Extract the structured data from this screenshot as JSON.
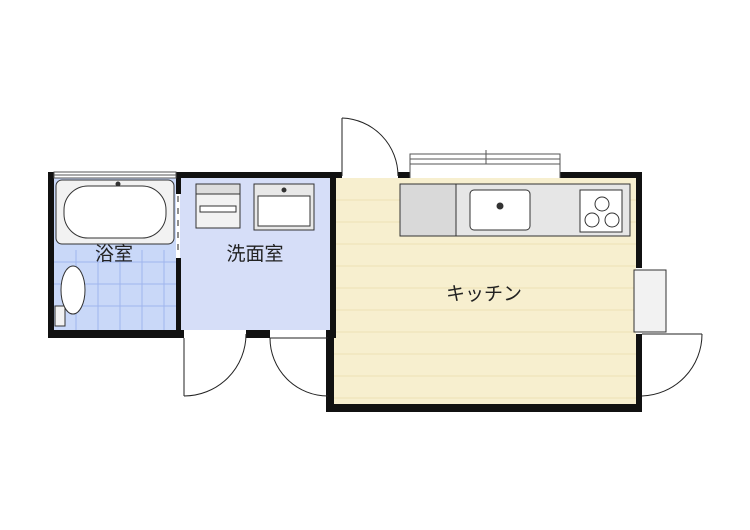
{
  "rooms": [
    {
      "id": "bathroom",
      "label": "浴室"
    },
    {
      "id": "washroom",
      "label": "洗面室"
    },
    {
      "id": "kitchen",
      "label": "キッチン"
    }
  ],
  "colors": {
    "wall": "#111111",
    "bathroom_floor": "#c9d8f8",
    "bathroom_grid": "#9fb6ee",
    "washroom_floor": "#d6def8",
    "kitchen_floor": "#f7efcf",
    "kitchen_plank_line": "#ece0b4",
    "fixture_fill": "#f2f2f2",
    "counter_fill": "#e6e6e6",
    "fixture_stroke": "#333333"
  },
  "icons": [
    "bathtub-icon",
    "toilet-icon",
    "washing-machine-icon",
    "sink-icon",
    "kitchen-sink-icon",
    "gas-stove-icon",
    "refrigerator-icon",
    "window-icon",
    "door-swing-icon"
  ]
}
